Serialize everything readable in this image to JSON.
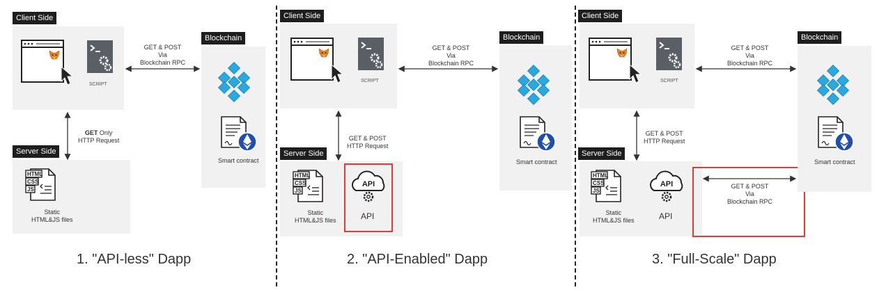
{
  "labels": {
    "client_side": "Client Side",
    "server_side": "Server Side",
    "blockchain": "Blockchain",
    "script": "SCRIPT",
    "smart_contract": "Smart contract",
    "static_line1": "Static",
    "static_line2": "HTML&JS files",
    "api": "API",
    "api_icon_text": "API",
    "file_lines": [
      "HTML",
      "CSS",
      "JS"
    ]
  },
  "arrow_text": {
    "rpc": [
      "GET & POST",
      "Via",
      "Blockchain RPC"
    ],
    "get_only_bold": "GET",
    "get_only_rest": " Only",
    "http_request": "HTTP Request",
    "get_post": "GET & POST"
  },
  "captions": {
    "one": "1. \"API-less\" Dapp",
    "two": "2. \"API-Enabled\" Dapp",
    "three": "3. \"Full-Scale\" Dapp"
  },
  "colors": {
    "panel": "#f1f1f1",
    "tag": "#1e1e1e",
    "highlight": "#e53935",
    "blockchain_icon": "#29a9e0",
    "eth_icon": "#1f4fa8",
    "fox_icon": "#e8821e"
  },
  "icons": [
    "browser-window-icon",
    "metamask-fox-icon",
    "cursor-icon",
    "script-icon",
    "blockchain-icon",
    "smart-contract-icon",
    "code-file-icon",
    "api-cloud-icon"
  ]
}
